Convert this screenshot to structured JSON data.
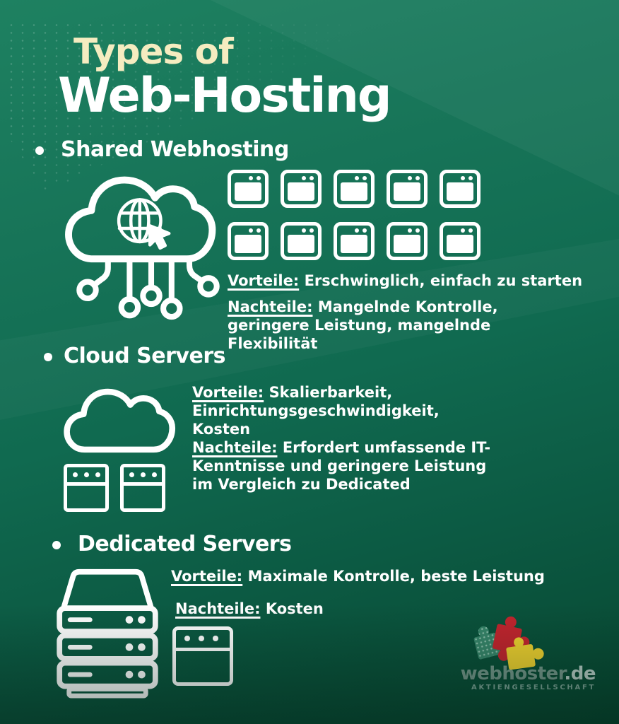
{
  "title": {
    "accent": "Types of",
    "main": "Web-Hosting"
  },
  "colors": {
    "background_top": "#1e8161",
    "background_bottom": "#074630",
    "title_accent": "#F5ECC0",
    "text": "#FFFFFF",
    "logo_red": "#c3242e",
    "logo_yellow": "#eed02f",
    "logo_green": "#37856a"
  },
  "sections": [
    {
      "heading": "Shared Webhosting",
      "advantages_label": "Vorteile:",
      "advantages": "Erschwinglich, einfach zu starten",
      "disadvantages_label": "Nachteile:",
      "disadvantages": "Mangelnde Kontrolle, geringere Leistung, mangelnde Flexibilität"
    },
    {
      "heading": "Cloud Servers",
      "advantages_label": "Vorteile:",
      "advantages": "Skalierbarkeit, Einrichtungsgeschwindigkeit, Kosten",
      "disadvantages_label": "Nachteile:",
      "disadvantages": "Erfordert umfassende IT-Kenntnisse und geringere Leistung im Vergleich zu Dedicated"
    },
    {
      "heading": "Dedicated Servers",
      "advantages_label": "Vorteile:",
      "advantages": "Maximale Kontrolle, beste Leistung",
      "disadvantages_label": "Nachteile:",
      "disadvantages": "Kosten"
    }
  ],
  "icons": {
    "section1_left": "cloud-network-icon",
    "section1_right": "browser-windows-grid-icon",
    "section2": "cloud-with-servers-icon",
    "section3_left": "server-stack-icon",
    "section3_right": "browser-window-icon",
    "logo": "puzzle-pieces-icon"
  },
  "logo": {
    "brand": "webhoster",
    "tld": ".de",
    "subtitle": "AKTIENGESELLSCHAFT"
  }
}
